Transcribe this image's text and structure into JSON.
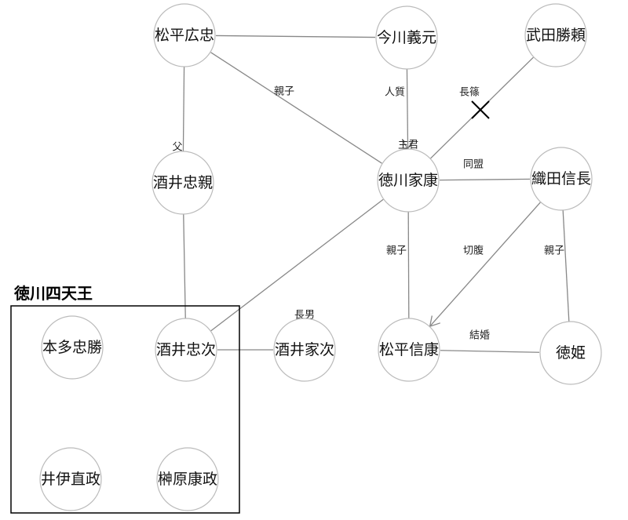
{
  "group": {
    "title": "徳川四天王"
  },
  "nodes": {
    "hirotada": "松平広忠",
    "yoshimoto": "今川義元",
    "katsuyori": "武田勝頼",
    "tadachika": "酒井忠親",
    "ieyasu": "徳川家康",
    "nobunaga": "織田信長",
    "tadakatsu": "本多忠勝",
    "tadatsugu": "酒井忠次",
    "ietsugu": "酒井家次",
    "nobuyasu": "松平信康",
    "tokuhime": "徳姫",
    "naomasa": "井伊直政",
    "yasumasa": "榊原康政"
  },
  "edges": [
    {
      "from": "hirotada",
      "to": "yoshimoto",
      "label": ""
    },
    {
      "from": "hirotada",
      "to": "ieyasu",
      "label": "親子"
    },
    {
      "from": "hirotada",
      "to": "tadachika",
      "label": "父"
    },
    {
      "from": "yoshimoto",
      "to": "ieyasu",
      "label": "人質",
      "arrow": true,
      "end_label": "主君"
    },
    {
      "from": "katsuyori",
      "to": "ieyasu",
      "label": "長篠",
      "cross": true
    },
    {
      "from": "ieyasu",
      "to": "nobunaga",
      "label": "同盟"
    },
    {
      "from": "ieyasu",
      "to": "tadatsugu",
      "label": ""
    },
    {
      "from": "ieyasu",
      "to": "nobuyasu",
      "label": "親子"
    },
    {
      "from": "nobunaga",
      "to": "nobuyasu",
      "label": "切腹",
      "arrow": true
    },
    {
      "from": "nobunaga",
      "to": "tokuhime",
      "label": "親子"
    },
    {
      "from": "nobuyasu",
      "to": "tokuhime",
      "label": "結婚"
    },
    {
      "from": "tadachika",
      "to": "tadatsugu",
      "label": ""
    },
    {
      "from": "tadatsugu",
      "to": "ietsugu",
      "label": "",
      "end_label": "長男"
    }
  ]
}
